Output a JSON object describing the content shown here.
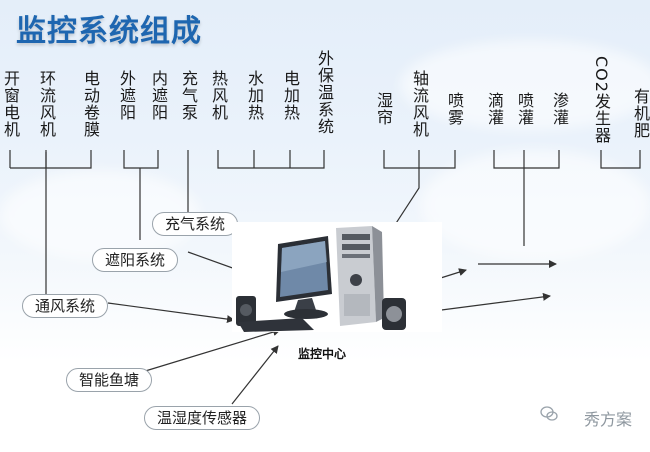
{
  "title": "监控系统组成",
  "devices": [
    {
      "id": "kaichuang-dianji",
      "label": "开窗电机"
    },
    {
      "id": "huanliu-fengji",
      "label": "环流风机"
    },
    {
      "id": "diandong-juanmo",
      "label": "电动卷膜"
    },
    {
      "id": "wai-zheyang",
      "label": "外遮阳"
    },
    {
      "id": "nei-zheyang",
      "label": "内遮阳"
    },
    {
      "id": "chongqi-beng",
      "label": "充气泵"
    },
    {
      "id": "re-fengji",
      "label": "热风机"
    },
    {
      "id": "shui-jiare",
      "label": "水加热"
    },
    {
      "id": "dian-jiare",
      "label": "电加热"
    },
    {
      "id": "wai-baowen",
      "label": "外保温系统"
    },
    {
      "id": "shilian",
      "label": "湿帘"
    },
    {
      "id": "zhouliu-fengji",
      "label": "轴流风机"
    },
    {
      "id": "penwu",
      "label": "喷雾"
    },
    {
      "id": "diguan",
      "label": "滴灌"
    },
    {
      "id": "penguan",
      "label": "喷灌"
    },
    {
      "id": "shenguan",
      "label": "渗灌"
    },
    {
      "id": "co2-fashengqi",
      "label_prefix": "CO2",
      "label_suffix": "发生器"
    },
    {
      "id": "youjifei",
      "label": "有机肥"
    }
  ],
  "systems": {
    "chongqi": "充气系统",
    "zheyang": "遮阳系统",
    "tongfeng": "通风系统",
    "zhineng_yutang": "智能鱼塘",
    "wenshidu": "温湿度传感器"
  },
  "center_label": "监控中心",
  "watermark": "秀方案",
  "colors": {
    "title": "#1e66b0",
    "lines": "#333333",
    "pill_border": "#9aa3ab"
  }
}
